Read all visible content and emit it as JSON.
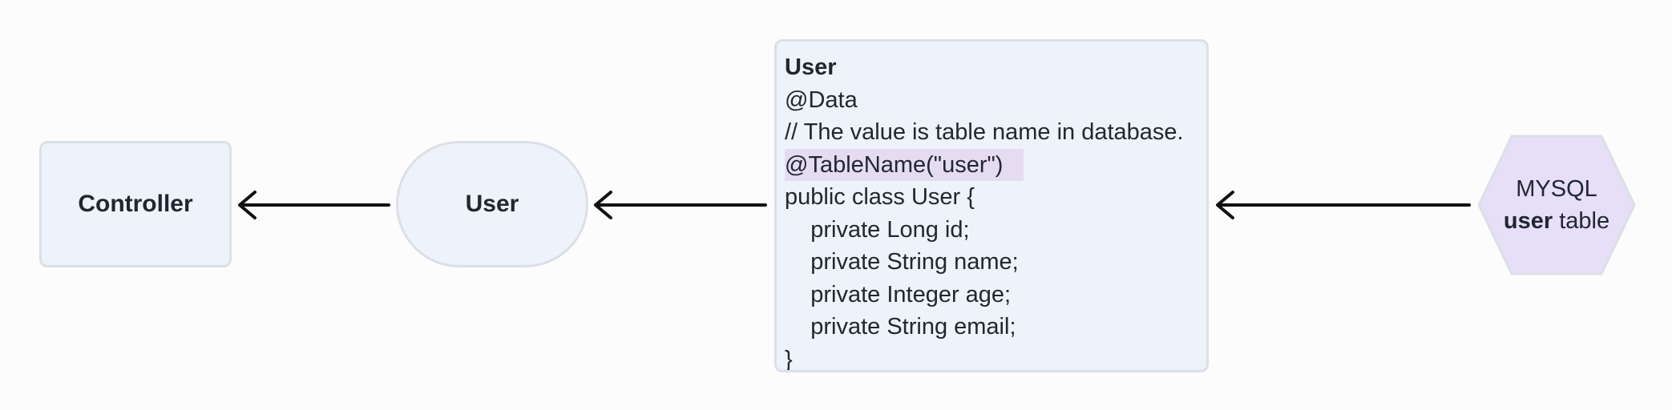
{
  "diagram": {
    "nodes": {
      "controller": {
        "label": "Controller"
      },
      "user_entity": {
        "label": "User"
      },
      "user_class": {
        "title": "User",
        "lines": [
          "@Data",
          "// The value is table name in database.",
          "@TableName(\"user\")",
          "public class User {",
          "    private Long id;",
          "    private String name;",
          "    private Integer age;",
          "    private String email;",
          "}"
        ]
      },
      "mysql": {
        "line1": "MYSQL",
        "line2_bold": "user",
        "line2_rest": " table"
      }
    },
    "edges": [
      {
        "from": "user_entity",
        "to": "controller"
      },
      {
        "from": "user_class",
        "to": "user_entity"
      },
      {
        "from": "mysql",
        "to": "user_class"
      }
    ],
    "colors": {
      "node_fill": "#eef3fb",
      "node_border": "#dcdfe6",
      "hex_fill": "#e6dff7",
      "highlight": "#e5dcf2",
      "arrow": "#111111"
    }
  }
}
